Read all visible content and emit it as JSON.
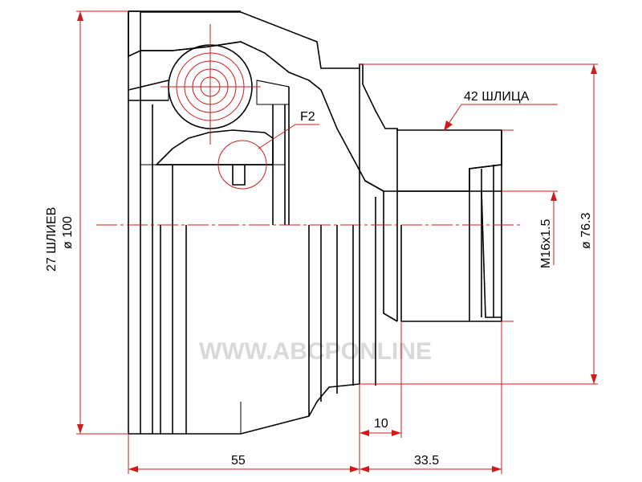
{
  "labels": {
    "splines_small": "42 ШЛИЦА",
    "feature": "F2",
    "splines_big": "27 ШЛИЕВ",
    "diameter_big": "ø 100",
    "thread": "M16x1.5",
    "diameter_small": "ø 76.3",
    "dim_10": "10",
    "dim_55": "55",
    "dim_33_5": "33.5",
    "watermark": "WWW.ABCPONLINE"
  },
  "colors": {
    "outline": "#000000",
    "dimension": "#d11a1a",
    "watermark": "#d9d9d9",
    "background": "#ffffff"
  }
}
